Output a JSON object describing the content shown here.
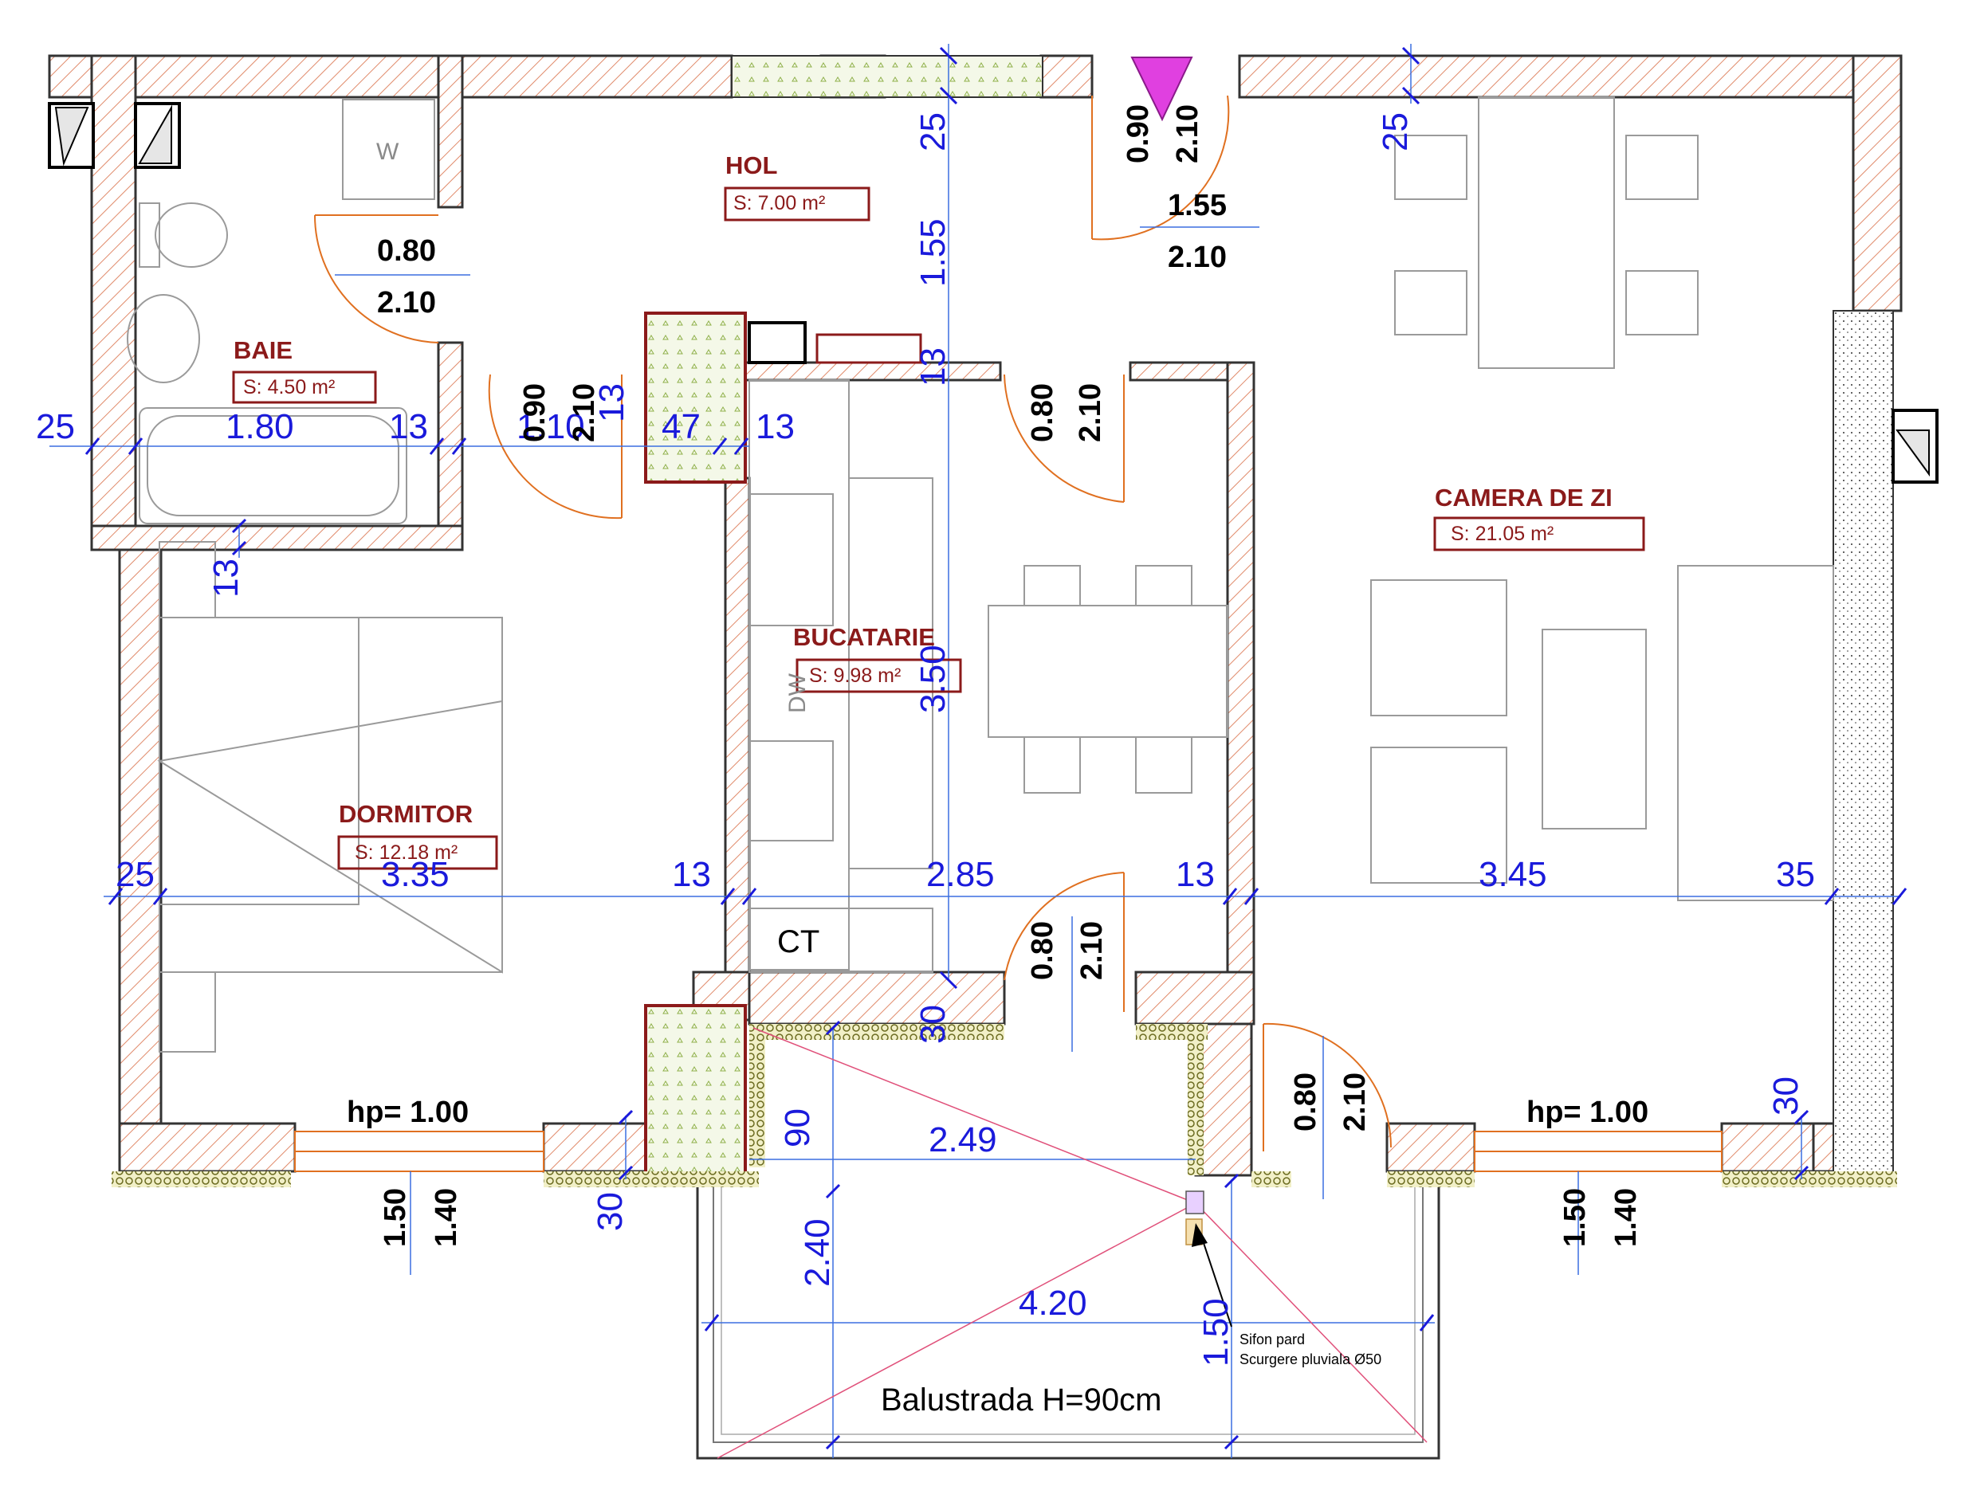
{
  "rooms": {
    "hol": {
      "name": "HOL",
      "area": "S: 7.00 m²"
    },
    "baie": {
      "name": "BAIE",
      "area": "S: 4.50 m²"
    },
    "bucatarie": {
      "name": "BUCATARIE",
      "area": "S:    9.98 m²"
    },
    "dormitor": {
      "name": "DORMITOR",
      "area": "S: 12.18 m²"
    },
    "camera": {
      "name": "CAMERA DE ZI",
      "area": "S:          21.05 m²"
    }
  },
  "dims": {
    "d25_top": "25",
    "d155": "1.55",
    "d25_right": "25",
    "d25_left": "25",
    "d180": "1.80",
    "d13_a": "13",
    "d110": "1.10",
    "d13_b": "13",
    "d47": "47",
    "d13_c": "13",
    "d13_d": "13",
    "d13_e": "13",
    "d350": "3.50",
    "d25_mid": "25",
    "d335": "3.35",
    "d13_f": "13",
    "d285": "2.85",
    "d13_g": "13",
    "d345": "3.45",
    "d35": "35",
    "d30_a": "30",
    "d90": "90",
    "d249": "2.49",
    "d30_b": "30",
    "d30_c": "30",
    "d240": "2.40",
    "d420": "4.20",
    "d150": "1.50"
  },
  "doors": {
    "d090": "0.90",
    "d210": "2.10",
    "d155": "1.55",
    "d210b": "2.10",
    "baie_w": "0.80",
    "baie_h": "2.10",
    "hol_w": "0.90",
    "hol_h": "2.10",
    "buc_w": "0.80",
    "buc_h": "2.10",
    "ct_w": "0.80",
    "ct_h": "2.10",
    "bal_w": "0.80",
    "bal_h": "2.10"
  },
  "windows": {
    "hp_left": "hp= 1.00",
    "hp_right": "hp= 1.00",
    "w_left_a": "1.50",
    "w_left_b": "1.40",
    "w_right_a": "1.50",
    "w_right_b": "1.40"
  },
  "labels": {
    "w": "W",
    "dw": "DW",
    "ct": "CT",
    "balustrada": "Balustrada H=90cm",
    "sifon": "Sifon pard",
    "scurgere": "Scurgere pluviala Ø50"
  },
  "colors": {
    "room_label": "#8b1a1a",
    "dimension": "#1a1adb",
    "door": "#e07020",
    "wall_hatch": "#e08a6a"
  }
}
